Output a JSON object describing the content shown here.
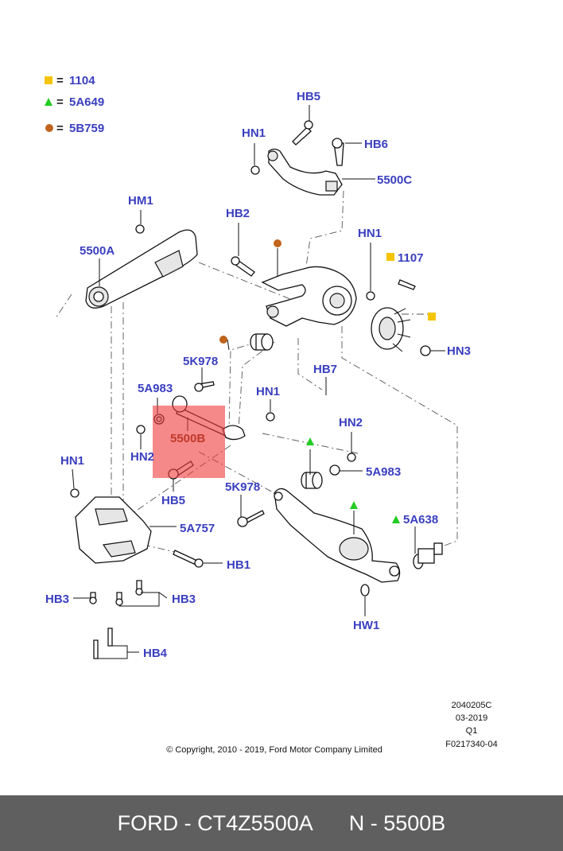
{
  "legend": [
    {
      "shape": "square",
      "color": "#f5c400",
      "eq": "=",
      "code": "1104"
    },
    {
      "shape": "triangle",
      "color": "#22cc22",
      "eq": "=",
      "code": "5A649"
    },
    {
      "shape": "circle",
      "color": "#c0631c",
      "eq": "=",
      "code": "5B759"
    }
  ],
  "labels": {
    "hb5_top": "HB5",
    "hn1_top": "HN1",
    "hb6": "HB6",
    "c5500c": "5500C",
    "hm1": "HM1",
    "hb2": "HB2",
    "hn1_right": "HN1",
    "c1107": "1107",
    "c5500a": "5500A",
    "hn3": "HN3",
    "c5k978_top": "5K978",
    "hb7": "HB7",
    "c5a983_left": "5A983",
    "hn1_mid": "HN1",
    "c5500b": "5500B",
    "hn2_right": "HN2",
    "hn2_left": "HN2",
    "hn1_left": "HN1",
    "c5a983_right": "5A983",
    "hb5_bottom": "HB5",
    "c5k978_bottom": "5K978",
    "c5a638": "5A638",
    "c5a757": "5A757",
    "hb1": "HB1",
    "hb3_left": "HB3",
    "hb3_right": "HB3",
    "hw1": "HW1",
    "hb4": "HB4"
  },
  "meta": {
    "code": "2040205C",
    "date": "03-2019",
    "quarter": "Q1",
    "figure": "F0217340-04",
    "copyright": "© Copyright, 2010 - 2019, Ford Motor Company Limited"
  },
  "highlight_color": "#ee3b3b",
  "footer": {
    "part": "FORD - CT4Z5500A",
    "ref": "N - 5500B"
  }
}
